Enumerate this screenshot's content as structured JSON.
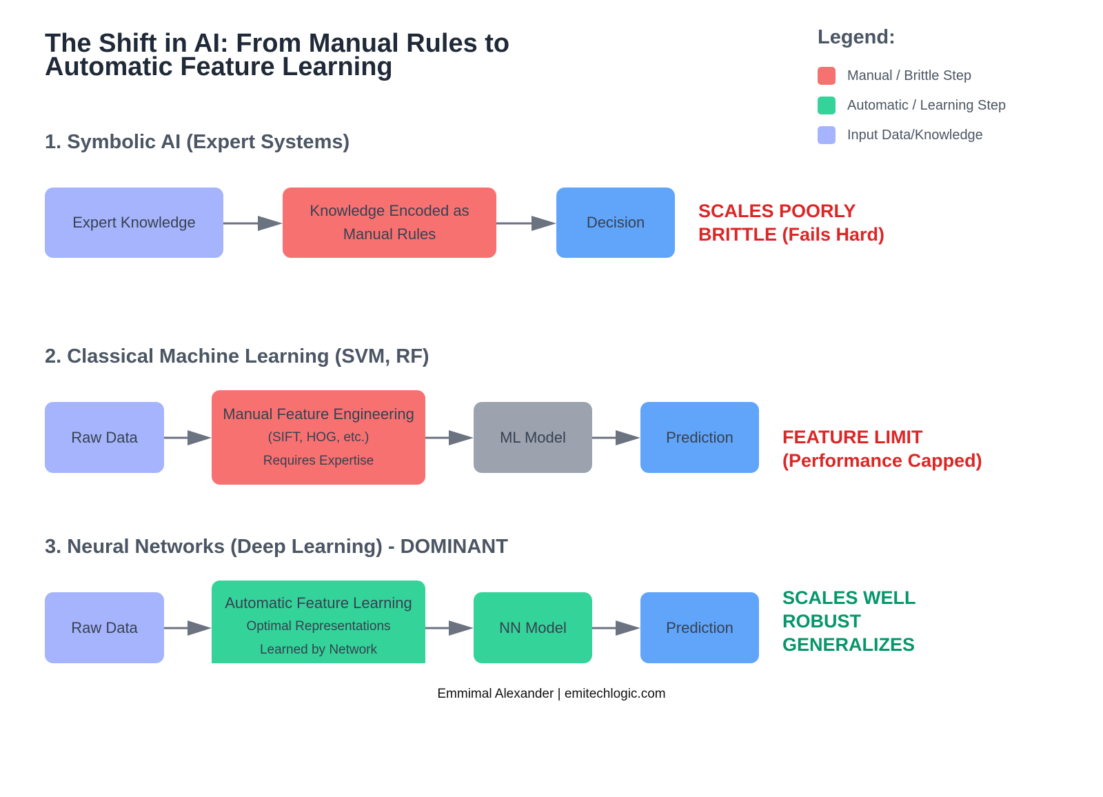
{
  "title": {
    "line1": "The Shift in AI: From Manual Rules to",
    "line2": "Automatic Feature Learning"
  },
  "legend": {
    "title": "Legend:",
    "items": [
      {
        "label": "Manual / Brittle Step",
        "color": "#f87171"
      },
      {
        "label": "Automatic / Learning Step",
        "color": "#34d399"
      },
      {
        "label": "Input Data/Knowledge",
        "color": "#a5b4fc"
      }
    ]
  },
  "colors": {
    "input": "#a5b4fc",
    "manual": "#f87171",
    "automatic": "#34d399",
    "model_gray": "#9ca3af",
    "output": "#60a5fa",
    "arrow": "#6b7280",
    "negative_note": "#dc2626",
    "positive_note": "#059669"
  },
  "sections": [
    {
      "heading": "1. Symbolic AI (Expert Systems)",
      "steps": [
        {
          "lines": [
            "Expert Knowledge"
          ],
          "kind": "input"
        },
        {
          "lines": [
            "Knowledge Encoded as",
            "Manual Rules"
          ],
          "kind": "manual"
        },
        {
          "lines": [
            "Decision"
          ],
          "kind": "output"
        }
      ],
      "notes": [
        "SCALES POORLY",
        "BRITTLE (Fails Hard)"
      ],
      "note_tone": "negative"
    },
    {
      "heading": "2. Classical Machine Learning (SVM, RF)",
      "steps": [
        {
          "lines": [
            "Raw Data"
          ],
          "kind": "input"
        },
        {
          "lines": [
            "Manual Feature Engineering",
            "(SIFT, HOG, etc.)",
            "Requires Expertise"
          ],
          "kind": "manual"
        },
        {
          "lines": [
            "ML Model"
          ],
          "kind": "model_gray"
        },
        {
          "lines": [
            "Prediction"
          ],
          "kind": "output"
        }
      ],
      "notes": [
        "FEATURE LIMIT",
        "(Performance Capped)"
      ],
      "note_tone": "negative"
    },
    {
      "heading": "3. Neural Networks (Deep Learning) - DOMINANT",
      "steps": [
        {
          "lines": [
            "Raw Data"
          ],
          "kind": "input"
        },
        {
          "lines": [
            "Automatic Feature Learning",
            "Optimal Representations",
            "Learned by Network"
          ],
          "kind": "automatic"
        },
        {
          "lines": [
            "NN Model"
          ],
          "kind": "automatic"
        },
        {
          "lines": [
            "Prediction"
          ],
          "kind": "output"
        }
      ],
      "notes": [
        "SCALES WELL",
        "ROBUST",
        "GENERALIZES"
      ],
      "note_tone": "positive"
    }
  ],
  "footer": "Emmimal Alexander | emitechlogic.com"
}
